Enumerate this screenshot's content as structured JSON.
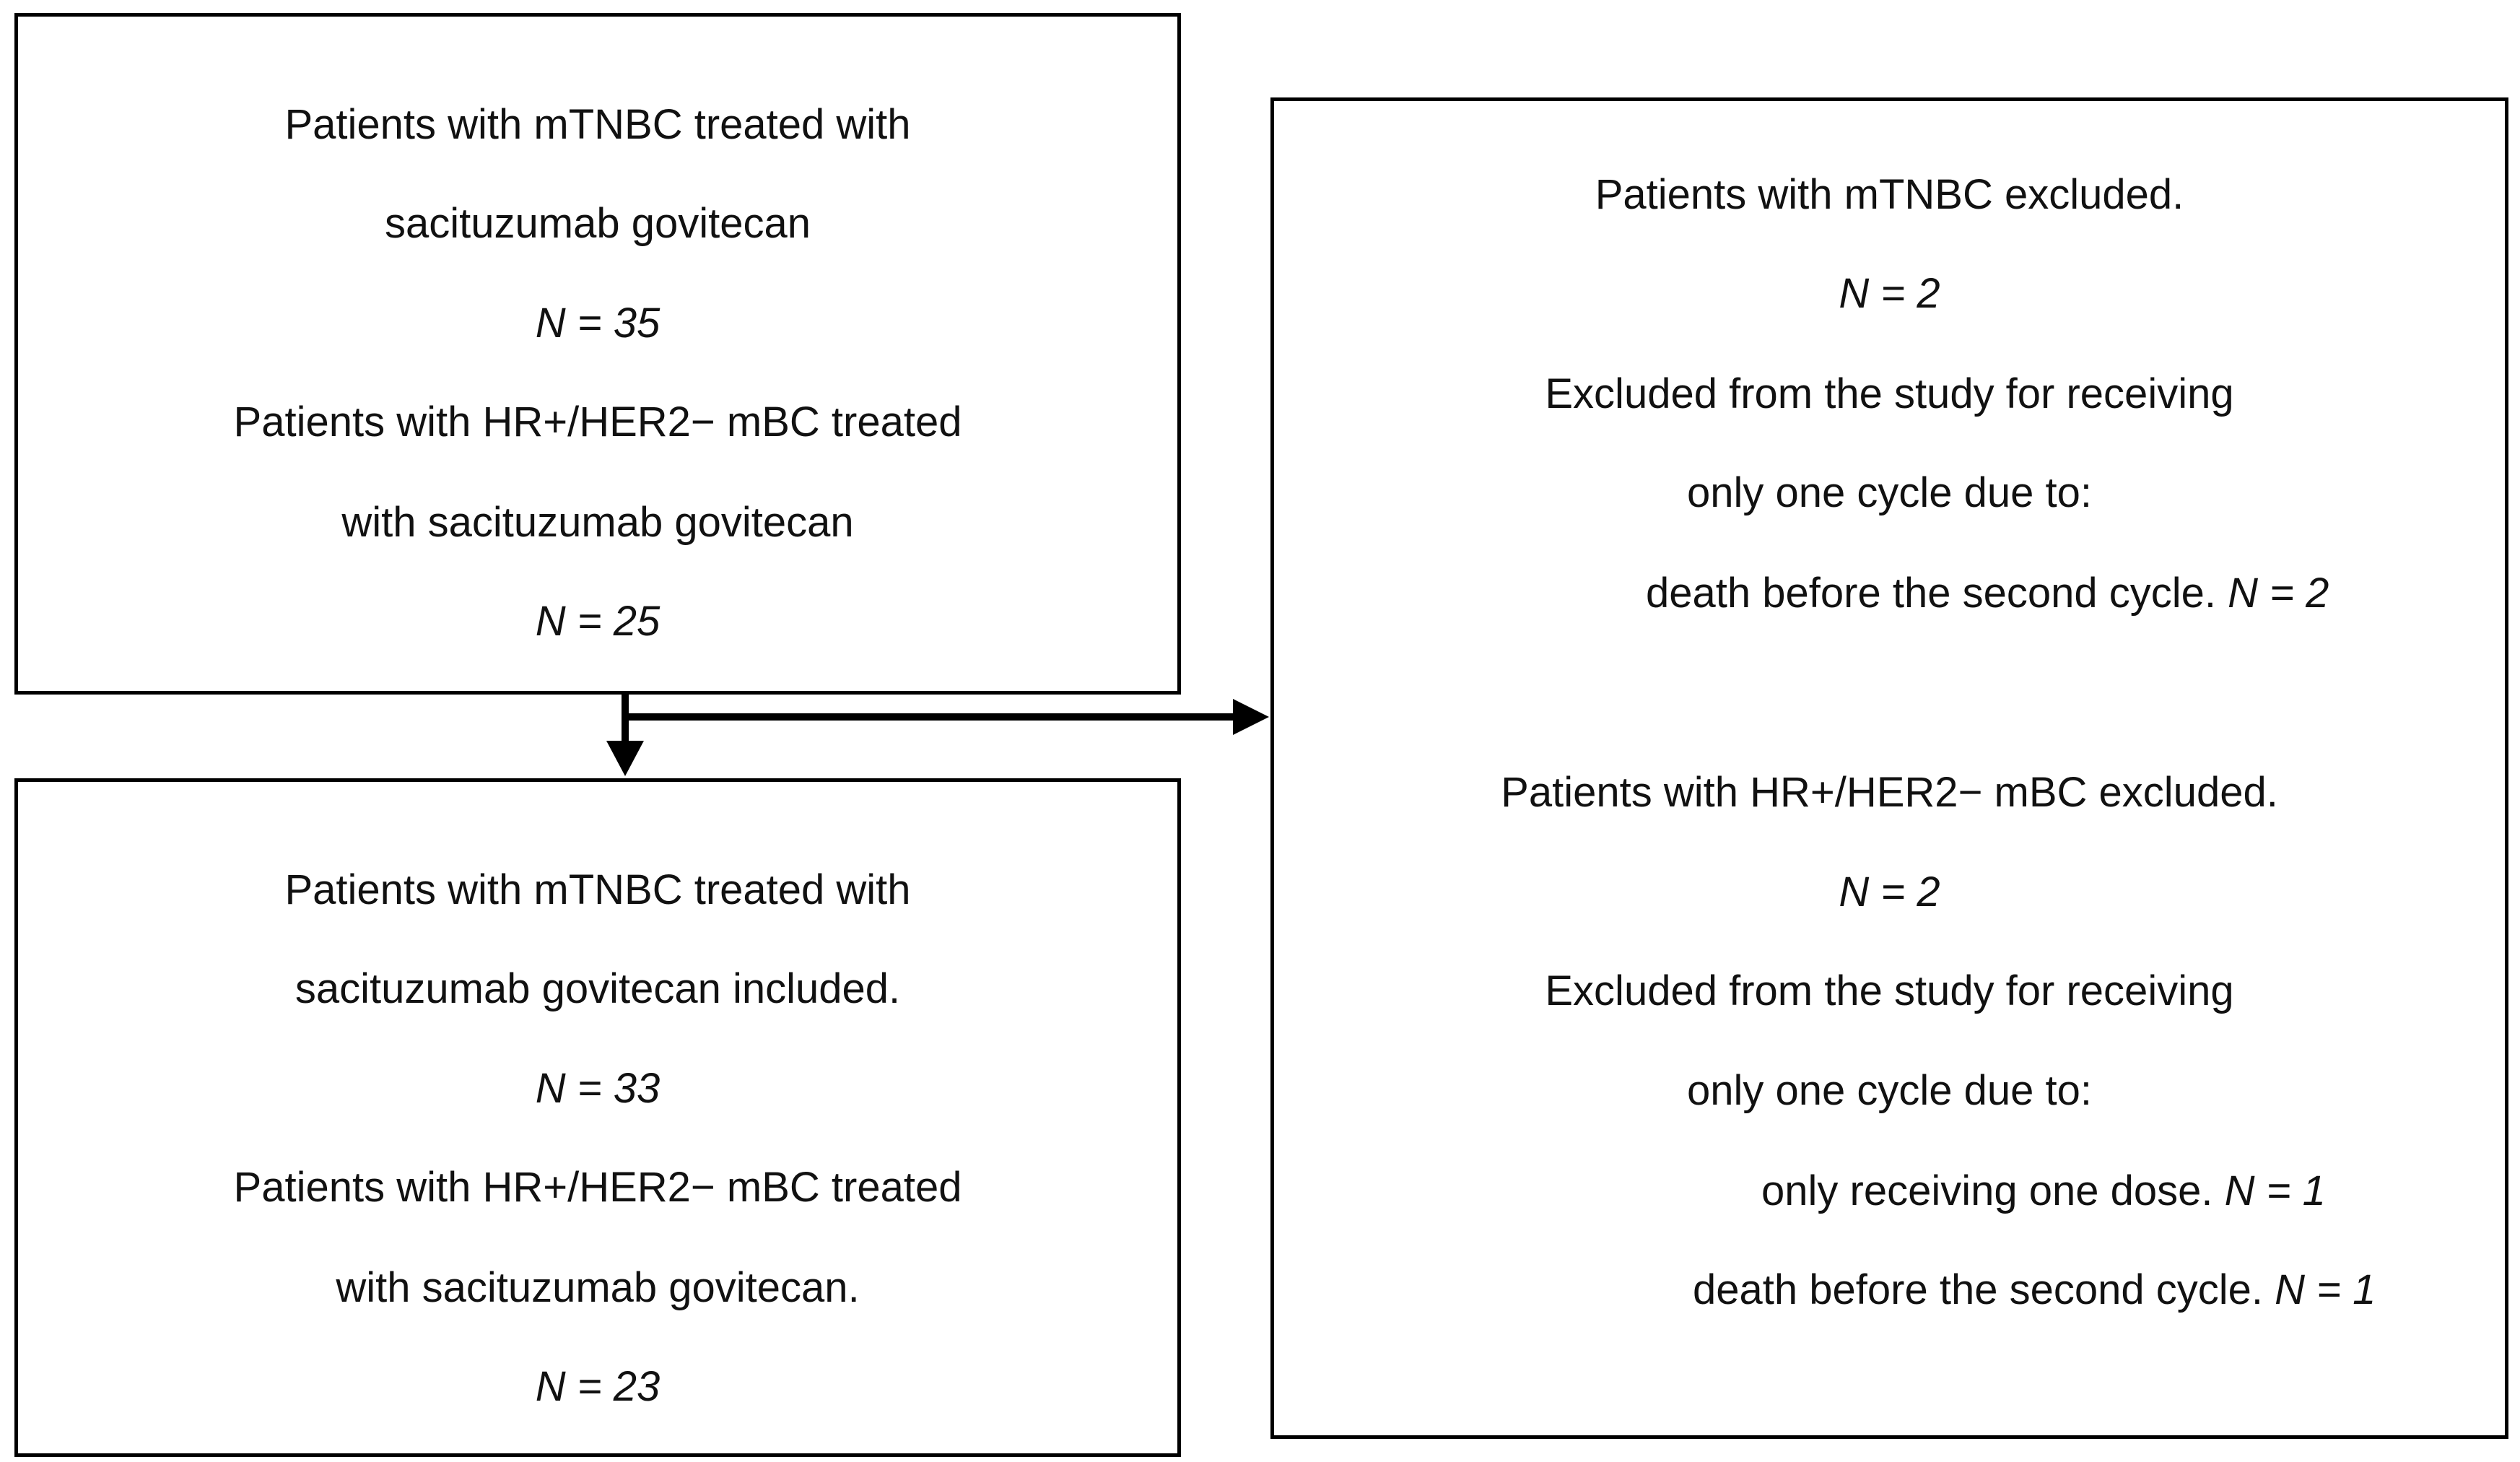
{
  "top_left": {
    "mtnbc_line1": "Patients with mTNBC treated with",
    "mtnbc_line2": "sacituzumab govitecan",
    "mtnbc_n": "N = 35",
    "hr_line1": "Patients with HR+/HER2− mBC treated",
    "hr_line2": "with sacituzumab govitecan",
    "hr_n": "N = 25"
  },
  "bottom_left": {
    "mtnbc_line1": "Patients with mTNBC treated with",
    "mtnbc_line2": "sacituzumab govitecan included.",
    "mtnbc_n": "N = 33",
    "hr_line1": "Patients with HR+/HER2− mBC treated",
    "hr_line2": "with sacituzumab govitecan.",
    "hr_n": "N = 23"
  },
  "right": {
    "mtnbc_title": "Patients with mTNBC excluded.",
    "mtnbc_n": "N = 2",
    "mtnbc_reason1": "Excluded from the study for receiving",
    "mtnbc_reason2": "only one cycle due to:",
    "mtnbc_detail_text": "death before the second cycle. ",
    "mtnbc_detail_n": "N = 2",
    "hr_title": "Patients with HR+/HER2− mBC excluded.",
    "hr_n": "N = 2",
    "hr_reason1": "Excluded from the study for receiving",
    "hr_reason2": "only one cycle due to:",
    "hr_detail1_text": "only receiving one dose. ",
    "hr_detail1_n": "N = 1",
    "hr_detail2_text": "death before the second cycle. ",
    "hr_detail2_n": "N = 1"
  },
  "colors": {
    "border": "#000000",
    "text": "#111111",
    "background": "#ffffff"
  }
}
